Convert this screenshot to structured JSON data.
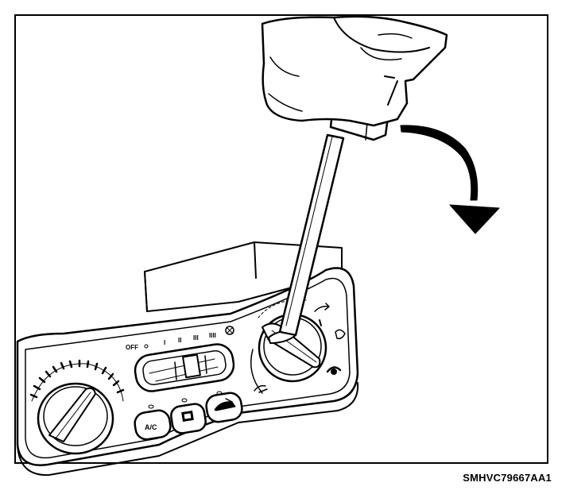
{
  "figure_code": "SMHVC79667AA1",
  "panel": {
    "fan_speed_labels": [
      "OFF",
      "I",
      "II",
      "III",
      "IIII"
    ],
    "ac_button_label": "A/C"
  },
  "icons": {
    "hand": "hand-icon",
    "screwdriver": "screwdriver-icon",
    "rotation_arrow": "curved-arrow-icon",
    "recirculation": "recirculation-icon",
    "rear_defrost": "rear-defrost-icon",
    "fresh_air": "fresh-air-icon",
    "fan": "fan-icon"
  },
  "colors": {
    "ink": "#000000",
    "paper": "#ffffff"
  }
}
